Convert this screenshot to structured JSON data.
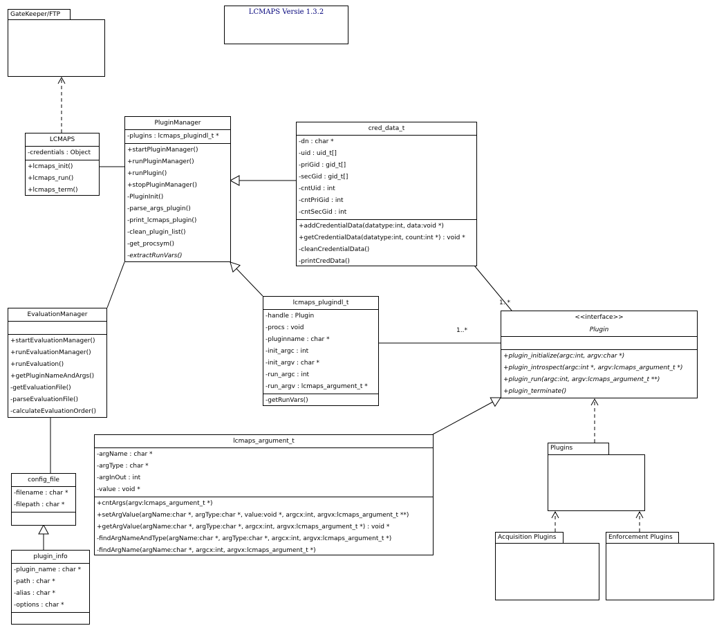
{
  "title_note": "LCMAPS Versie 1.3.2",
  "packages": {
    "gatekeeper": "GateKeeper/FTP",
    "plugins": "Plugins",
    "acquisition": "Acquisition Plugins",
    "enforcement": "Enforcement Plugins"
  },
  "classes": {
    "lcmaps": {
      "name": "LCMAPS",
      "attributes": [
        "-credentials : Object"
      ],
      "operations": [
        "+lcmaps_init()",
        "+lcmaps_run()",
        "+lcmaps_term()"
      ]
    },
    "plugin_manager": {
      "name": "PluginManager",
      "attributes": [
        "-plugins : lcmaps_plugindl_t *"
      ],
      "operations": [
        "+startPluginManager()",
        "+runPluginManager()",
        "+runPlugin()",
        "+stopPluginManager()",
        "-PluginInit()",
        "-parse_args_plugin()",
        "-print_lcmaps_plugin()",
        "-clean_plugin_list()",
        "-get_procsym()",
        "-extractRunVars()"
      ]
    },
    "cred_data": {
      "name": "cred_data_t",
      "attributes": [
        "-dn : char *",
        "-uid : uid_t[]",
        "-priGid : gid_t[]",
        "-secGid : gid_t[]",
        "-cntUid : int",
        "-cntPriGid : int",
        "-cntSecGid : int"
      ],
      "operations": [
        "+addCredentialData(datatype:int, data:void *)",
        "+getCredentialData(datatype:int, count:int *) : void *",
        "-cleanCredentialData()",
        "-printCredData()"
      ]
    },
    "evaluation_manager": {
      "name": "EvaluationManager",
      "attributes": [],
      "operations": [
        "+startEvaluationManager()",
        "+runEvaluationManager()",
        "+runEvaluation()",
        "+getPluginNameAndArgs()",
        "-getEvaluationFile()",
        "-parseEvaluationFile()",
        "-calculateEvaluationOrder()"
      ]
    },
    "plugindl": {
      "name": "lcmaps_plugindl_t",
      "attributes": [
        "-handle : Plugin",
        "-procs : void",
        "-pluginname : char *",
        "-init_argc : int",
        "-init_argv : char *",
        "-run_argc : int",
        "-run_argv : lcmaps_argument_t *"
      ],
      "operations": [
        "-getRunVars()"
      ]
    },
    "plugin": {
      "stereotype": "<<interface>>",
      "name": "Plugin",
      "attributes": [],
      "operations": [
        "+plugin_initialize(argc:int, argv:char *)",
        "+plugin_introspect(argc:int *, argv:lcmaps_argument_t *)",
        "+plugin_run(argc:int, argv:lcmaps_argument_t **)",
        "+plugin_terminate()"
      ]
    },
    "argument": {
      "name": "lcmaps_argument_t",
      "attributes": [
        "-argName : char *",
        "-argType : char *",
        "-argInOut : int",
        "-value : void *"
      ],
      "operations": [
        "+cntArgs(argv:lcmaps_argument_t *)",
        "+setArgValue(argName:char *, argType:char *, value:void *, argcx:int, argvx:lcmaps_argument_t **)",
        "+getArgValue(argName:char *, argType:char *, argcx:int, argvx:lcmaps_argument_t *) : void *",
        "-findArgNameAndType(argName:char *, argType:char *, argcx:int, argvx:lcmaps_argument_t *)",
        "-findArgName(argName:char *, argcx:int, argvx:lcmaps_argument_t *)"
      ]
    },
    "config_file": {
      "name": "config_file",
      "attributes": [
        "-filename : char *",
        "-filepath : char *"
      ],
      "operations": []
    },
    "plugin_info": {
      "name": "plugin_info",
      "attributes": [
        "-plugin_name : char *",
        "-path : char *",
        "-alias : char *",
        "-options : char *"
      ],
      "operations": []
    }
  },
  "multiplicities": [
    "1..*",
    "1..*"
  ]
}
